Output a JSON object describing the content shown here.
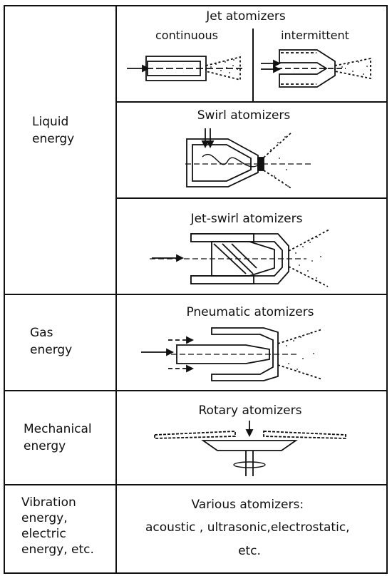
{
  "categories": [
    {
      "label_lines": [
        "Liquid",
        "energy"
      ]
    },
    {
      "label_lines": [
        "Gas",
        "energy"
      ]
    },
    {
      "label_lines": [
        "Mechanical",
        "energy"
      ]
    },
    {
      "label_lines": [
        "Vibration",
        "energy,",
        "electric",
        "energy, etc."
      ]
    }
  ],
  "cells": {
    "jet": {
      "title": "Jet atomizers",
      "sub_left": "continuous",
      "sub_right": "intermittent"
    },
    "swirl": {
      "title": "Swirl atomizers"
    },
    "jetswirl": {
      "title": "Jet-swirl atomizers"
    },
    "pneumatic": {
      "title": "Pneumatic atomizers"
    },
    "rotary": {
      "title": "Rotary atomizers"
    },
    "various": {
      "lines": [
        "Various atomizers:",
        "acoustic , ultrasonic,electrostatic,",
        "etc."
      ]
    }
  }
}
